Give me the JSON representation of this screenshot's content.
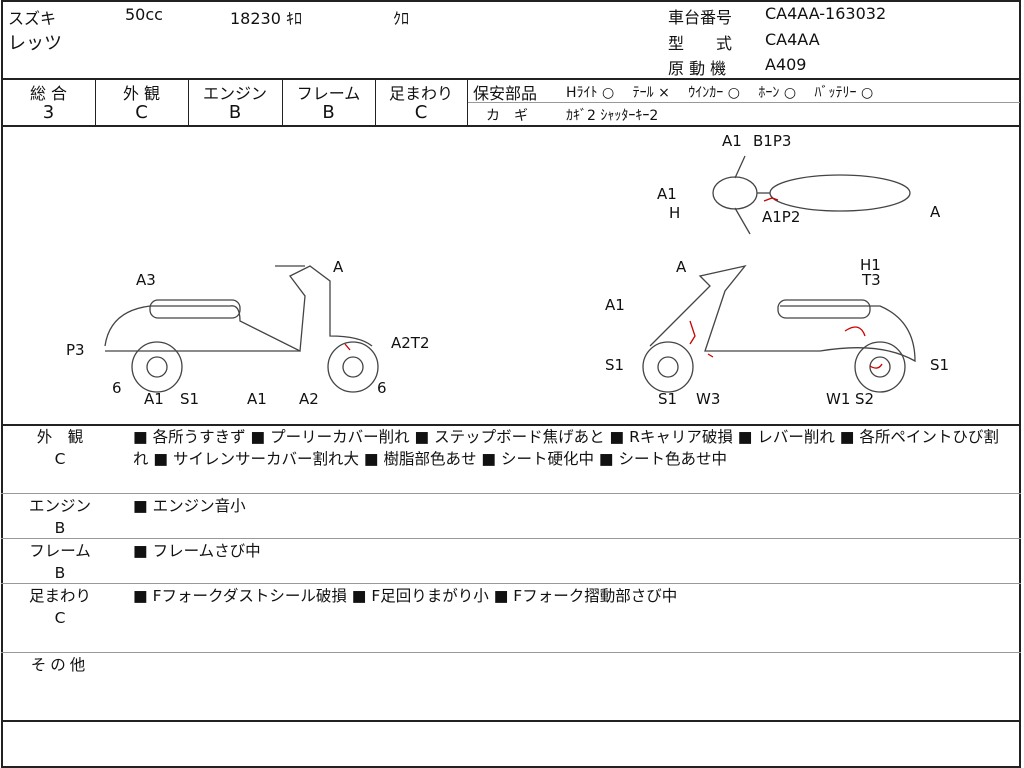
{
  "header": {
    "maker": "スズキ",
    "model": "レッツ",
    "displacement": "50cc",
    "mileage": "18230 ｷﾛ",
    "color": "ｸﾛ",
    "frame_no_label": "車台番号",
    "frame_no": "CA4AA-163032",
    "type_label": "型　　式",
    "type": "CA4AA",
    "engine_label": "原 動 機",
    "engine": "A409"
  },
  "grades": [
    {
      "label": "総 合",
      "value": "3"
    },
    {
      "label": "外 観",
      "value": "C"
    },
    {
      "label": "エンジン",
      "value": "B"
    },
    {
      "label": "フレーム",
      "value": "B"
    },
    {
      "label": "足まわり",
      "value": "C"
    }
  ],
  "safety": {
    "label": "保安部品",
    "items": "Hﾗｲﾄ ○　 ﾃｰﾙ ×　 ｳｲﾝｶｰ ○　 ﾎｰﾝ ○　 ﾊﾞｯﾃﾘｰ ○",
    "key_label": "カ　ギ",
    "key": "ｶｷﾞ2 ｼｬｯﾀｰｷｰ2"
  },
  "diagram": {
    "top": [
      "A1",
      "B1P3",
      "A1",
      "H",
      "A1P2",
      "A"
    ],
    "left": [
      "A3",
      "A",
      "P3",
      "A2T2",
      "6",
      "A1",
      "S1",
      "A1",
      "A2",
      "6"
    ],
    "right": [
      "A",
      "H1",
      "T3",
      "A1",
      "S1",
      "S1",
      "S1",
      "W3",
      "W1",
      "S2"
    ]
  },
  "comments": [
    {
      "title": "外　観",
      "grade": "C",
      "text": "■ 各所うすきず ■ プーリーカバー削れ ■ ステップボード焦げあと ■ Rキャリア破損 ■ レバー削れ ■ 各所ペイントひび割れ ■ サイレンサーカバー割れ大 ■ 樹脂部色あせ ■ シート硬化中 ■ シート色あせ中"
    },
    {
      "title": "エンジン",
      "grade": "B",
      "text": "■ エンジン音小"
    },
    {
      "title": "フレーム",
      "grade": "B",
      "text": "■ フレームさび中"
    },
    {
      "title": "足まわり",
      "grade": "C",
      "text": "■ Fフォークダストシール破損 ■ F足回りまがり小 ■ Fフォーク摺動部さび中"
    },
    {
      "title": "その他",
      "grade": "",
      "text": ""
    }
  ]
}
